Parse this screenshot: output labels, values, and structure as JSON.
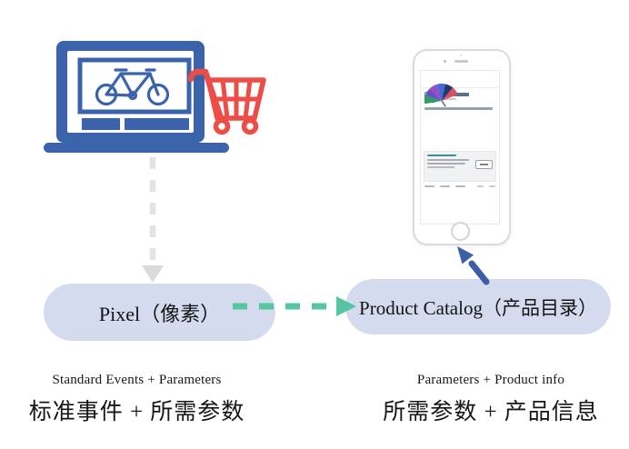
{
  "diagram": {
    "nodes": {
      "pixel": {
        "label": "Pixel（像素）"
      },
      "product_catalog": {
        "label": "Product Catalog（产品目录）"
      }
    },
    "captions": {
      "left_en": "Standard Events + Parameters",
      "left_zh": "标准事件 + 所需参数",
      "right_en": "Parameters + Product info",
      "right_zh": "所需参数 + 产品信息"
    },
    "icons": {
      "left_illustration": "laptop-with-bicycle-and-shopping-cart",
      "right_illustration": "smartphone-with-product-catalog-ad",
      "ad_image": "multicolor-umbrella-product-photo"
    },
    "arrows": {
      "laptop_to_pixel": "gray-dashed-arrow-down",
      "pixel_to_catalog": "teal-dashed-arrow-right",
      "catalog_to_phone": "blue-arrow-up-to-phone"
    },
    "colors": {
      "laptop_blue": "#3a63ac",
      "cart_red": "#ee4c47",
      "pill_bg": "#d4dbee",
      "teal_arrow": "#56c6a0",
      "blue_arrow": "#3b5ea7",
      "gray_dash": "#e2e2e5",
      "text": "#141414"
    }
  }
}
